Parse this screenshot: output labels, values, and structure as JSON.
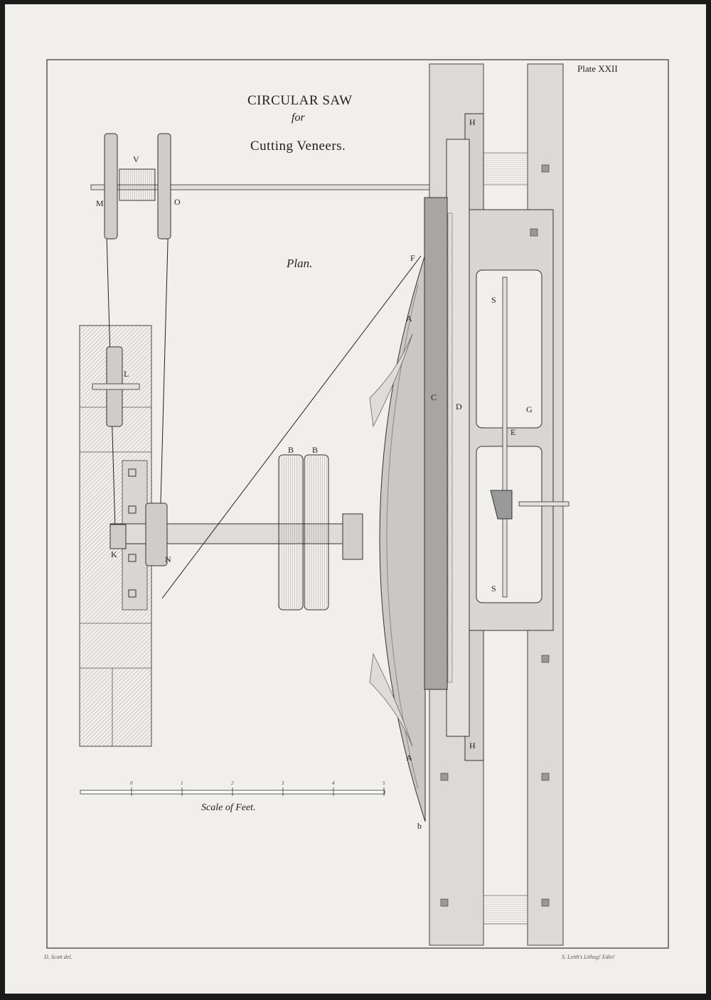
{
  "plate": {
    "number": "Plate XXII"
  },
  "title": {
    "line1": "CIRCULAR SAW",
    "line2": "for",
    "line3": "Cutting Veneers."
  },
  "view_label": "Plan.",
  "scale": {
    "label": "Scale of Feet.",
    "ticks": [
      "0",
      "1",
      "2",
      "3",
      "4",
      "5"
    ]
  },
  "credits": {
    "left": "D. Scott del.",
    "right": "S. Leith's Lithog! Edin!"
  },
  "letters": {
    "V": "V",
    "M": "M",
    "O": "O",
    "L": "L",
    "K": "K",
    "N": "N",
    "B1": "B",
    "B2": "B",
    "F": "F",
    "A1": "A",
    "A2": "A",
    "C": "C",
    "D": "D",
    "E": "E",
    "G": "G",
    "H1": "H",
    "H2": "H",
    "S1": "S",
    "S2": "S",
    "b": "b"
  },
  "colors": {
    "paper": "#f1efec",
    "ink": "#2a2a2a",
    "mount": "#1b1b1b"
  }
}
